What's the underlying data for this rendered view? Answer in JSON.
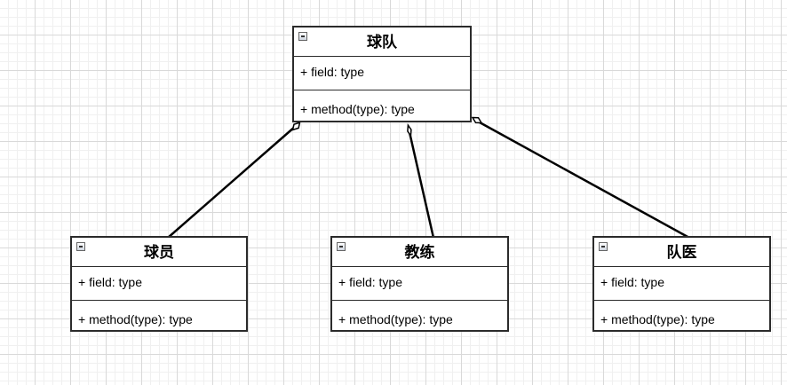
{
  "diagram": {
    "classes": [
      {
        "id": "team",
        "name": "球队",
        "field": "+ field: type",
        "method": "+ method(type): type"
      },
      {
        "id": "player",
        "name": "球员",
        "field": "+ field: type",
        "method": "+ method(type): type"
      },
      {
        "id": "coach",
        "name": "教练",
        "field": "+ field: type",
        "method": "+ method(type): type"
      },
      {
        "id": "doctor",
        "name": "队医",
        "field": "+ field: type",
        "method": "+ method(type): type"
      }
    ],
    "relations": [
      {
        "type": "aggregation",
        "whole": "球队",
        "part": "球员"
      },
      {
        "type": "aggregation",
        "whole": "球队",
        "part": "教练"
      },
      {
        "type": "aggregation",
        "whole": "球队",
        "part": "队医"
      }
    ],
    "colors": {
      "border": "#2b2b2b",
      "grid": "#d9d9d9",
      "background": "#ffffff"
    }
  }
}
